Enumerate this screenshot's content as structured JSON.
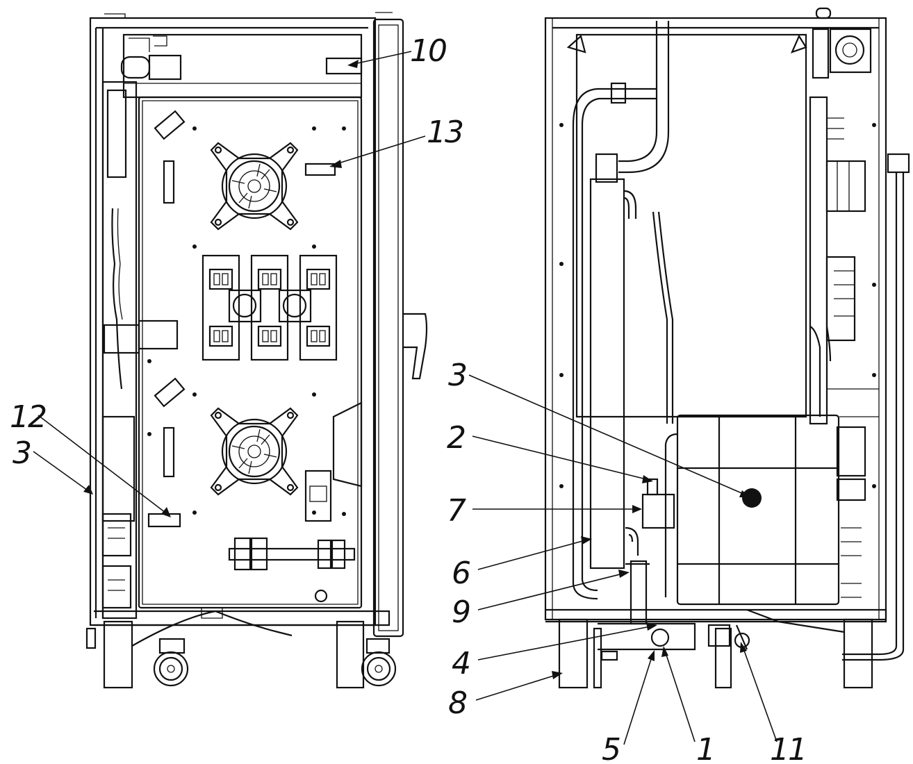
{
  "figure": {
    "left_view": {
      "callouts": [
        {
          "label": "10"
        },
        {
          "label": "13"
        },
        {
          "label": "12"
        },
        {
          "label": "3"
        }
      ]
    },
    "right_view": {
      "callouts": [
        {
          "label": "3"
        },
        {
          "label": "2"
        },
        {
          "label": "7"
        },
        {
          "label": "6"
        },
        {
          "label": "9"
        },
        {
          "label": "4"
        },
        {
          "label": "8"
        },
        {
          "label": "5"
        },
        {
          "label": "1"
        },
        {
          "label": "11"
        }
      ]
    }
  }
}
